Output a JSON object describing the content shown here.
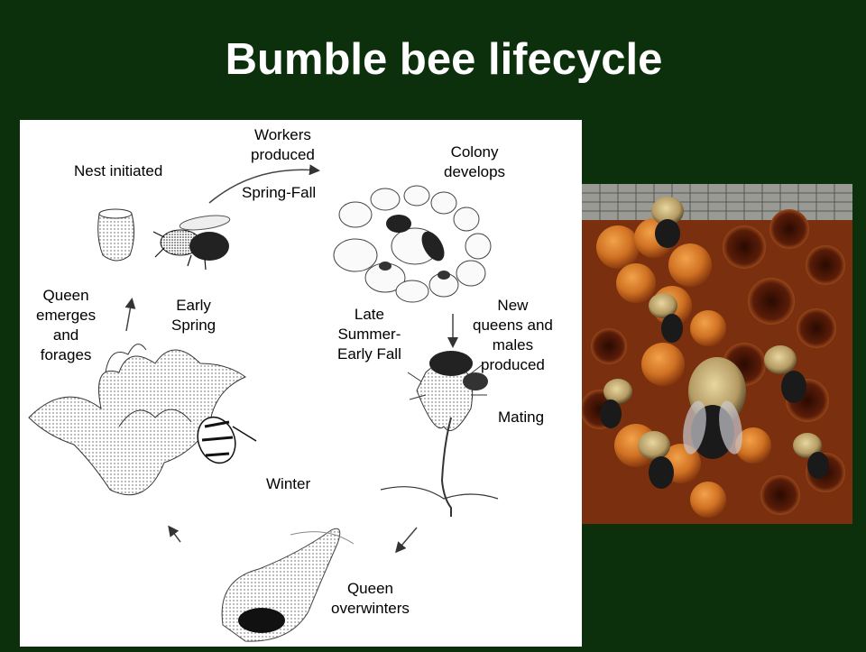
{
  "slide": {
    "title": "Bumble bee lifecycle",
    "background_color": "#0c300c"
  },
  "diagram": {
    "labels": {
      "nest_initiated": "Nest initiated",
      "workers_produced": "Workers\nproduced",
      "spring_fall": "Spring-Fall",
      "colony_develops": "Colony\ndevelops",
      "queen_emerges": "Queen\nemerges\nand\nforages",
      "early_spring": "Early\nSpring",
      "late_summer": "Late\nSummer-\nEarly Fall",
      "new_queens": "New\nqueens and\nmales\nproduced",
      "mating": "Mating",
      "winter": "Winter",
      "queen_overwinters": "Queen\noverwinters"
    }
  },
  "photo": {
    "subject": "bumble-bee-colony-photo"
  }
}
